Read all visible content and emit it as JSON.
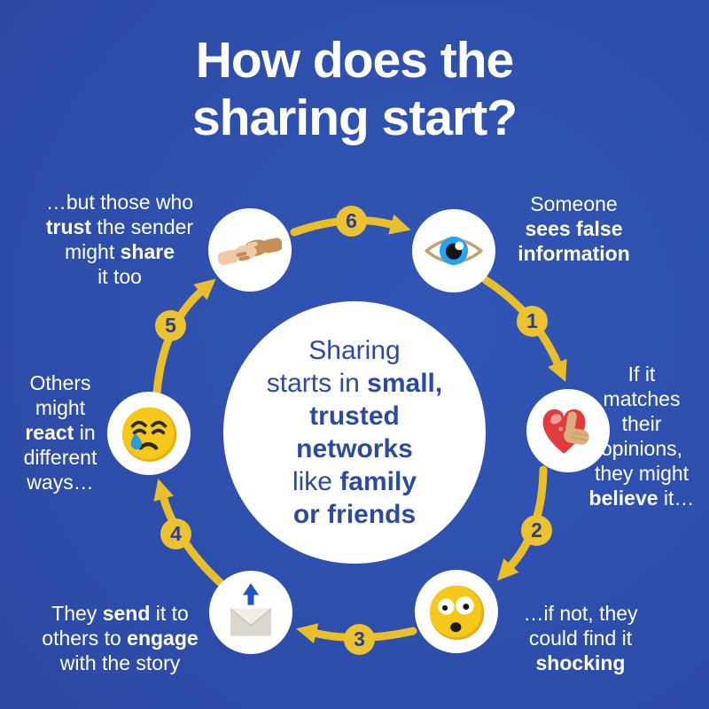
{
  "title": {
    "lines": [
      "How does the",
      "sharing start?"
    ]
  },
  "center_circle": {
    "lines": [
      [
        {
          "t": "Sharing"
        }
      ],
      [
        {
          "t": "starts in "
        },
        {
          "t": "small,",
          "b": true
        }
      ],
      [
        {
          "t": "trusted",
          "b": true
        }
      ],
      [
        {
          "t": "networks",
          "b": true
        }
      ],
      [
        {
          "t": "like "
        },
        {
          "t": "family",
          "b": true
        }
      ],
      [
        {
          "t": "or friends",
          "b": true
        }
      ]
    ]
  },
  "nodes": [
    {
      "id": "sees-false",
      "icon": "eye-icon",
      "label": [
        [
          {
            "t": "Someone"
          }
        ],
        [
          {
            "t": "sees false",
            "b": true
          }
        ],
        [
          {
            "t": "information",
            "b": true
          }
        ]
      ]
    },
    {
      "id": "believe",
      "icon": "heart-thumbs-up-icon",
      "label": [
        [
          {
            "t": "If it"
          }
        ],
        [
          {
            "t": "matches"
          }
        ],
        [
          {
            "t": "their"
          }
        ],
        [
          {
            "t": "opinions,"
          }
        ],
        [
          {
            "t": "they might"
          }
        ],
        [
          {
            "t": "believe",
            "b": true
          },
          {
            "t": " it…"
          }
        ]
      ]
    },
    {
      "id": "shocking",
      "icon": "shocked-face-icon",
      "label": [
        [
          {
            "t": "…if not, they"
          }
        ],
        [
          {
            "t": "could find it"
          }
        ],
        [
          {
            "t": "shocking",
            "b": true
          }
        ]
      ]
    },
    {
      "id": "send",
      "icon": "send-envelope-icon",
      "label": [
        [
          {
            "t": "They "
          },
          {
            "t": "send",
            "b": true
          },
          {
            "t": " it to"
          }
        ],
        [
          {
            "t": "others to "
          },
          {
            "t": "engage",
            "b": true
          }
        ],
        [
          {
            "t": "with the story"
          }
        ]
      ]
    },
    {
      "id": "react",
      "icon": "crying-face-icon",
      "label": [
        [
          {
            "t": "Others"
          }
        ],
        [
          {
            "t": "might"
          }
        ],
        [
          {
            "t": "react",
            "b": true
          },
          {
            "t": " in"
          }
        ],
        [
          {
            "t": "different"
          }
        ],
        [
          {
            "t": "ways…"
          }
        ]
      ]
    },
    {
      "id": "share",
      "icon": "handshake-icon",
      "label": [
        [
          {
            "t": "…but those who"
          }
        ],
        [
          {
            "t": "trust",
            "b": true
          },
          {
            "t": " the sender"
          }
        ],
        [
          {
            "t": "might "
          },
          {
            "t": "share",
            "b": true
          }
        ],
        [
          {
            "t": "it too"
          }
        ]
      ]
    }
  ],
  "steps": [
    "1",
    "2",
    "3",
    "4",
    "5",
    "6"
  ],
  "colors": {
    "background_dark": "#283a84",
    "background_light": "#3156b6",
    "arrow_yellow": "#E9BE2B",
    "badge_yellow": "#ECC230",
    "badge_number_blue": "#2B3F8C",
    "center_text_blue": "#2A4AA4",
    "text_white": "#FFFFFF"
  }
}
